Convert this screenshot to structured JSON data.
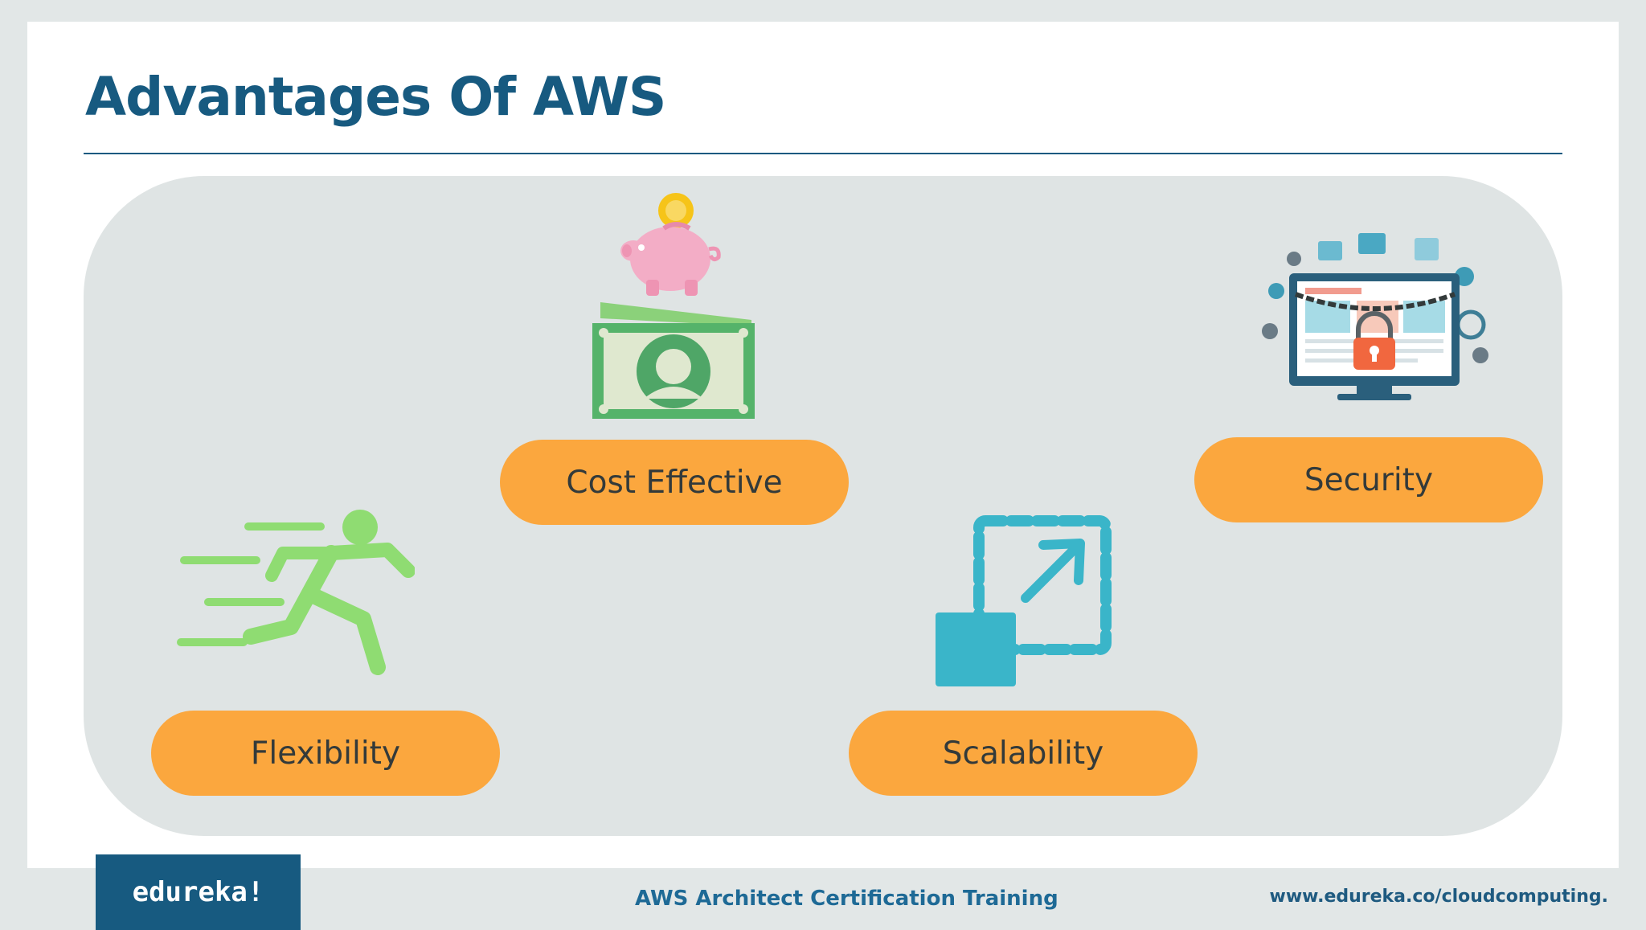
{
  "slide": {
    "title": "Advantages Of AWS"
  },
  "advantages": [
    {
      "label": "Cost Effective",
      "icon": "piggy-bank-cash-icon"
    },
    {
      "label": "Security",
      "icon": "locked-computer-icon"
    },
    {
      "label": "Flexibility",
      "icon": "running-person-icon"
    },
    {
      "label": "Scalability",
      "icon": "resize-arrow-icon"
    }
  ],
  "footer": {
    "logo_text": "edureka!",
    "course": "AWS Architect Certification Training",
    "url": "www.edureka.co/cloudcomputing."
  },
  "colors": {
    "title": "#175a80",
    "pill": "#fba73e",
    "panel": "#dfe4e4",
    "footer_logo_bg": "#175a80"
  }
}
